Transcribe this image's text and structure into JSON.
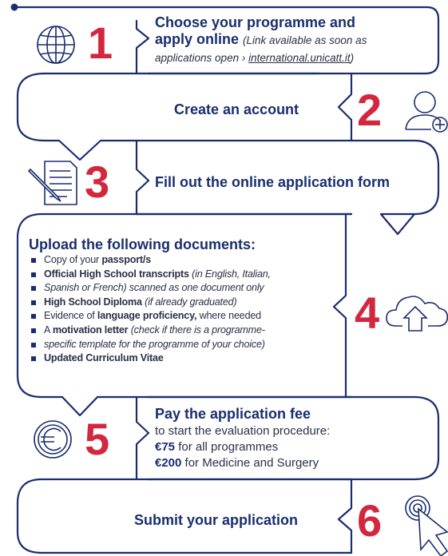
{
  "steps": {
    "s1": {
      "number": "1",
      "title_line1": "Choose your programme and",
      "title_line2": "apply online",
      "note1": "(Link available as soon as",
      "note2": "applications open › ",
      "link": "international.unicatt.it",
      "note_end": ")",
      "icon": "globe-icon"
    },
    "s2": {
      "number": "2",
      "title": "Create an account",
      "icon": "user-add-icon"
    },
    "s3": {
      "number": "3",
      "title": "Fill out the online application form",
      "icon": "document-pen-icon"
    },
    "s4": {
      "number": "4",
      "title": "Upload the following documents:",
      "icon": "cloud-upload-icon",
      "items": [
        {
          "a": "Copy of your ",
          "b": "passport/s",
          "c": ""
        },
        {
          "a": "",
          "b": "Official High School transcripts",
          "c": " (in English, Italian,"
        },
        {
          "a": "",
          "b": "",
          "c": "Spanish or French) scanned as one document only"
        },
        {
          "a": "",
          "b": "High School Diploma",
          "c": " (if already graduated)"
        },
        {
          "a": "Evidence of ",
          "b": "language proficiency,",
          "c": " where needed"
        },
        {
          "a": "A ",
          "b": "motivation letter",
          "c": " (check if there is a programme-"
        },
        {
          "a": "",
          "b": "",
          "c": "specific template for the programme of your choice)"
        },
        {
          "a": "",
          "b": "Updated Curriculum Vitae",
          "c": ""
        }
      ]
    },
    "s5": {
      "number": "5",
      "title": "Pay the application fee",
      "line1": "to start the evaluation procedure:",
      "fee1_amount": "€75",
      "fee1_text": " for all programmes",
      "fee2_amount": "€200",
      "fee2_text": " for Medicine and Surgery",
      "icon": "euro-coin-icon"
    },
    "s6": {
      "number": "6",
      "title": "Submit your application",
      "icon": "target-cursor-icon"
    }
  },
  "colors": {
    "navy": "#1a2e6e",
    "red": "#d3273e",
    "text": "#2a3147"
  }
}
